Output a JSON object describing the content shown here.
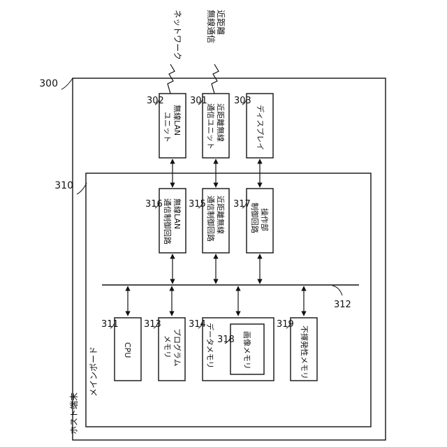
{
  "host": {
    "title": "ホスト端末",
    "ref": "300"
  },
  "mainboard": {
    "title": "メインボード",
    "ref": "310"
  },
  "bus": {
    "ref": "312"
  },
  "network": "ネットワーク",
  "near_field": "近距離無線通信",
  "top_blocks": [
    {
      "ref": "302",
      "label": "無線LANユニット"
    },
    {
      "ref": "301",
      "label": "近距離無線通信ユニット"
    },
    {
      "ref": "303",
      "label": "ディスプレイ"
    }
  ],
  "controller_blocks": [
    {
      "ref": "316",
      "label": "無線LAN通信制御回路"
    },
    {
      "ref": "315",
      "label": "近距離無線通信制御回路"
    },
    {
      "ref": "317",
      "label": "操作部制御回路"
    }
  ],
  "bottom_blocks": [
    {
      "ref": "311",
      "label": "CPU"
    },
    {
      "ref": "313",
      "label": "プログラムメモリ"
    },
    {
      "ref": "314",
      "label": "データメモリ"
    },
    {
      "ref": "319",
      "label": "不揮発性メモリ"
    }
  ],
  "image_memory": {
    "ref": "318",
    "label": "画像メモリ"
  }
}
